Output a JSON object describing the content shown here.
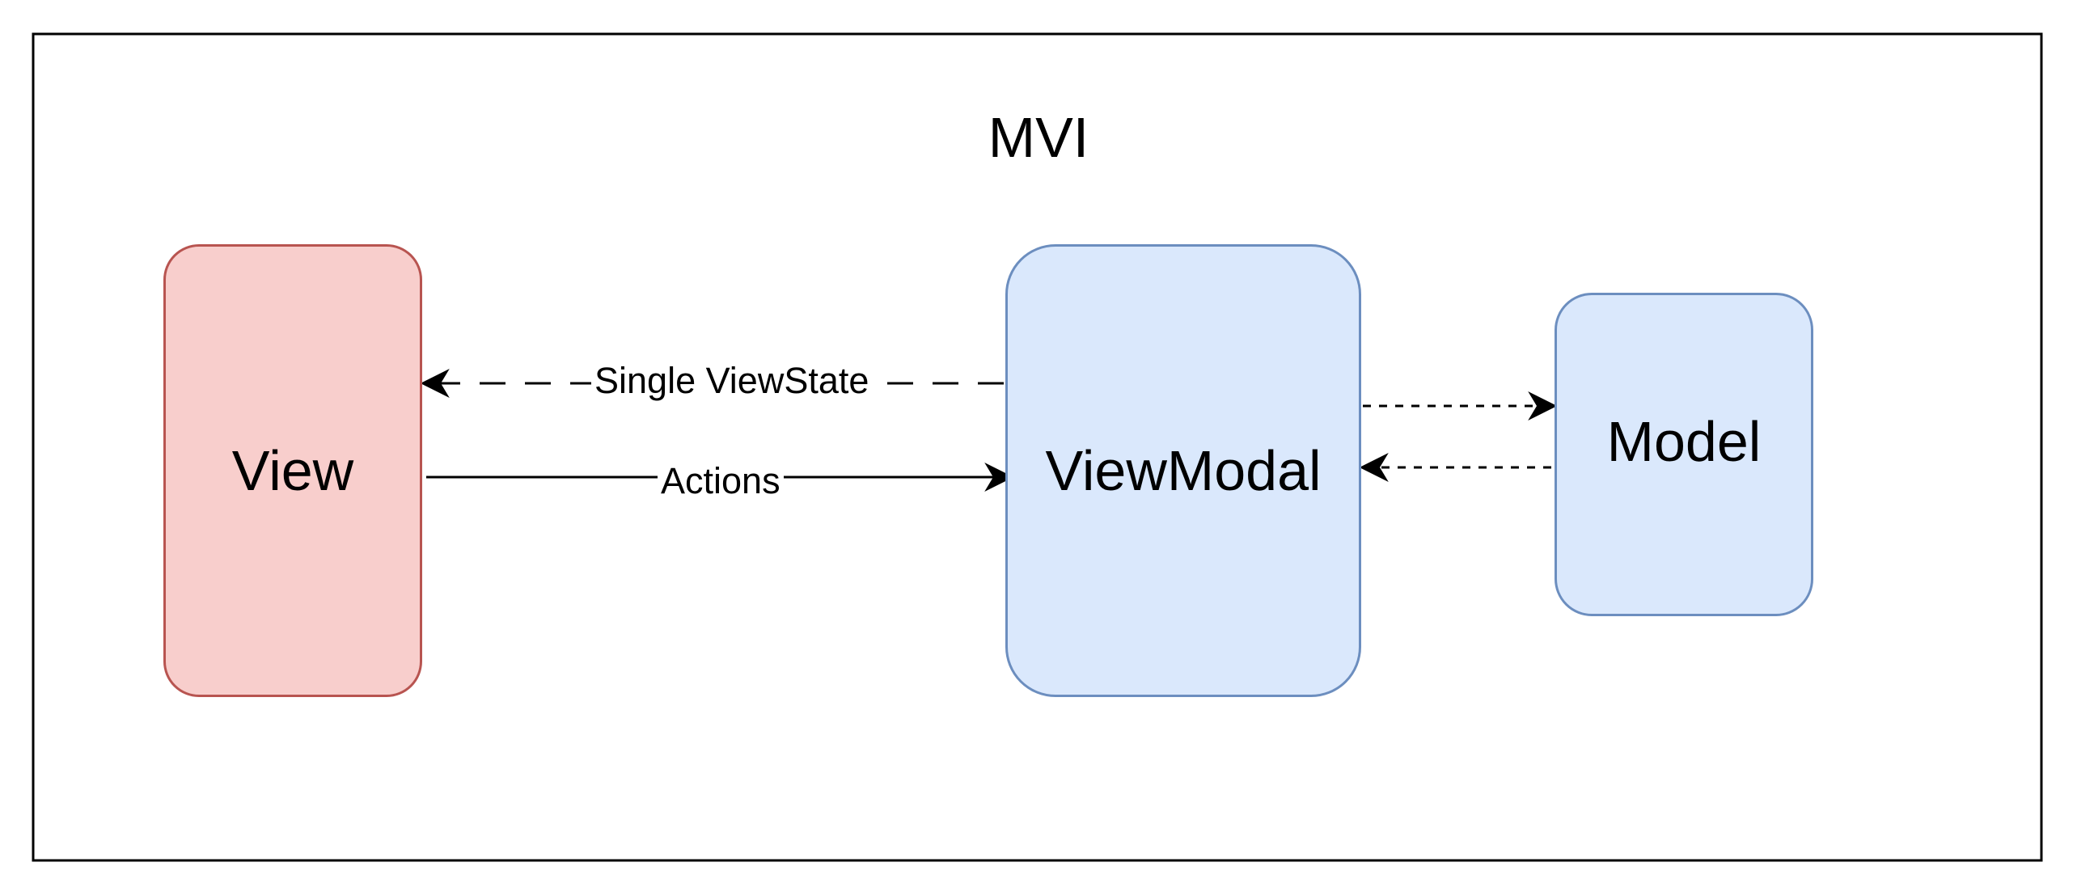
{
  "diagram": {
    "title": "MVI",
    "nodes": {
      "view": {
        "label": "View",
        "fill": "#f8cecc",
        "stroke": "#b85450"
      },
      "viewmodal": {
        "label": "ViewModal",
        "fill": "#dae8fc",
        "stroke": "#6c8ebf"
      },
      "model": {
        "label": "Model",
        "fill": "#dae8fc",
        "stroke": "#6c8ebf"
      }
    },
    "edges": {
      "viewstate": {
        "label": "Single ViewState",
        "from": "ViewModal",
        "to": "View",
        "style": "dashed"
      },
      "actions": {
        "label": "Actions",
        "from": "View",
        "to": "ViewModal",
        "style": "solid"
      },
      "to_model": {
        "label": "",
        "from": "ViewModal",
        "to": "Model",
        "style": "dotted"
      },
      "from_model": {
        "label": "",
        "from": "Model",
        "to": "ViewModal",
        "style": "dotted"
      }
    },
    "colors": {
      "frame": "#000000",
      "edge": "#000000",
      "background": "#ffffff"
    }
  }
}
